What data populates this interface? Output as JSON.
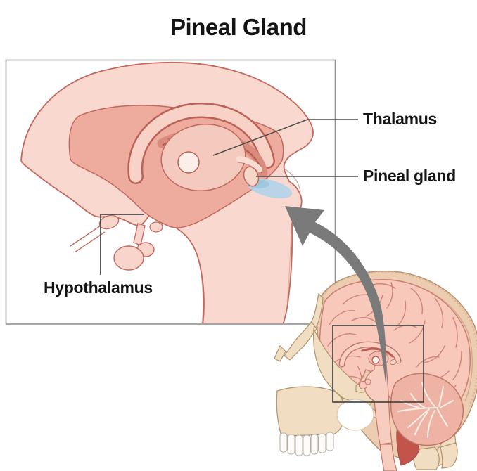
{
  "title": "Pineal Gland",
  "labels": {
    "thalamus": "Thalamus",
    "pineal": "Pineal gland",
    "hypothalamus": "Hypothalamus"
  },
  "icons": {
    "zoom_arrow": "curved-taper-arrow-up-left",
    "focus_rectangle": "inset-source-box"
  },
  "colors": {
    "background": "#ffffff",
    "label_text": "#141414",
    "box_border_gray": "#8f8f8f",
    "leader_line": "#4d4d4d",
    "focus_rect": "#3c3c3c",
    "arrow_gray": "#7a7a7a",
    "brain_pale_pink": "#f9d8cf",
    "brain_mid_pink": "#eeac9e",
    "outline_red_brown": "#c2685c",
    "band_fill": "#f8d2c7",
    "choroid_band": "#d98b7d",
    "choroid_detail": "#b65a4e",
    "thalamus_fill": "#f5cabe",
    "adhesion_fill": "#fceee8",
    "pineal_fill": "#f7d6ca",
    "highlight_blue": "#aed3ea",
    "skull_bone_beige": "#f0ddc2",
    "bone_outline": "#b3946a",
    "cerebrum_pink": "#f8c8bb",
    "gyri_line": "#cf8579",
    "cerebellum_pink": "#efb3a6",
    "arbor_white": "#fdeee8",
    "dark_red_patch": "#c2544c",
    "teeth_white": "#fdfcfa"
  }
}
